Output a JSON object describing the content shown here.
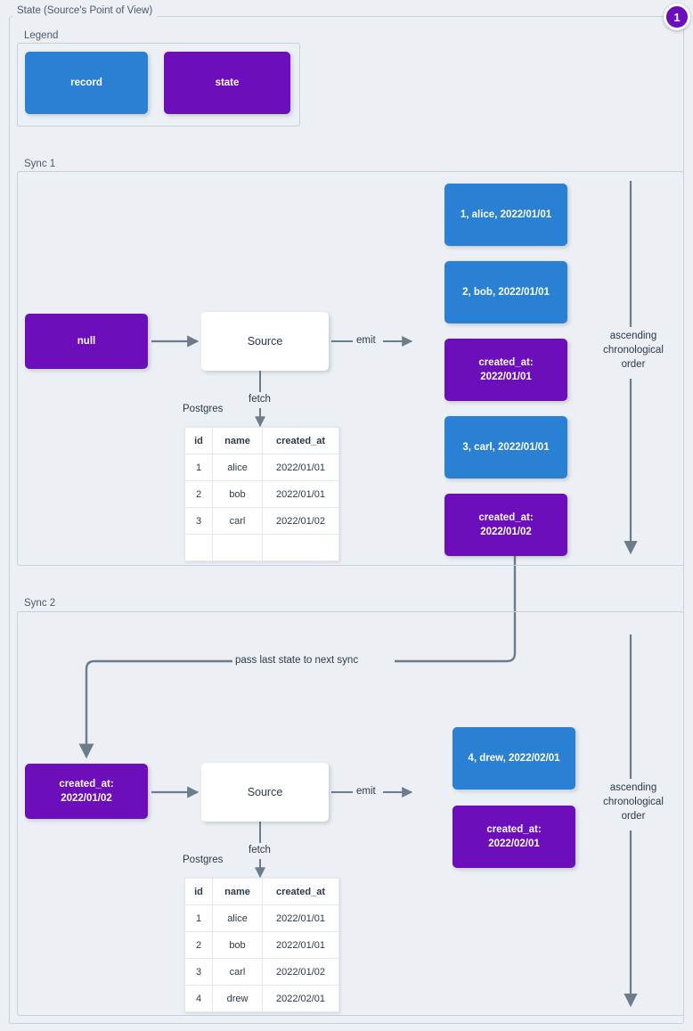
{
  "diagram": {
    "title": "State (Source's Point of View)",
    "badge": "1",
    "colors": {
      "record": "#2a80d2",
      "state": "#6c0eba",
      "background": "#eceff4",
      "frame_border": "#c7d1db",
      "wire": "#6b7c8c",
      "text": "#2b3a4a"
    }
  },
  "legend": {
    "title": "Legend",
    "items": [
      {
        "label": "record",
        "kind": "record"
      },
      {
        "label": "state",
        "kind": "state"
      }
    ]
  },
  "sync1": {
    "title": "Sync 1",
    "input_state": "null",
    "source_label": "Source",
    "fetch_label": "fetch",
    "db_label": "Postgres",
    "emit_label": "emit",
    "order_label": "ascending\nchronological\norder",
    "order_line1": "ascending",
    "order_line2": "chronological",
    "order_line3": "order",
    "table": {
      "columns": [
        "id",
        "name",
        "created_at"
      ],
      "rows": [
        [
          "1",
          "alice",
          "2022/01/01"
        ],
        [
          "2",
          "bob",
          "2022/01/01"
        ],
        [
          "3",
          "carl",
          "2022/01/02"
        ],
        [
          "",
          "",
          ""
        ]
      ]
    },
    "emitted": [
      {
        "kind": "record",
        "line1": "1, alice, 2022/01/01",
        "line2": ""
      },
      {
        "kind": "record",
        "line1": "2, bob, 2022/01/01",
        "line2": ""
      },
      {
        "kind": "state",
        "line1": "created_at:",
        "line2": "2022/01/01"
      },
      {
        "kind": "record",
        "line1": "3, carl, 2022/01/01",
        "line2": ""
      },
      {
        "kind": "state",
        "line1": "created_at:",
        "line2": "2022/01/02"
      }
    ]
  },
  "sync2": {
    "title": "Sync 2",
    "pass_state_label": "pass last state to next sync",
    "input_state_line1": "created_at:",
    "input_state_line2": "2022/01/02",
    "source_label": "Source",
    "fetch_label": "fetch",
    "db_label": "Postgres",
    "emit_label": "emit",
    "order_line1": "ascending",
    "order_line2": "chronological",
    "order_line3": "order",
    "table": {
      "columns": [
        "id",
        "name",
        "created_at"
      ],
      "rows": [
        [
          "1",
          "alice",
          "2022/01/01"
        ],
        [
          "2",
          "bob",
          "2022/01/01"
        ],
        [
          "3",
          "carl",
          "2022/01/02"
        ],
        [
          "4",
          "drew",
          "2022/02/01"
        ]
      ]
    },
    "emitted": [
      {
        "kind": "record",
        "line1": "4, drew, 2022/02/01",
        "line2": ""
      },
      {
        "kind": "state",
        "line1": "created_at:",
        "line2": "2022/02/01"
      }
    ]
  }
}
